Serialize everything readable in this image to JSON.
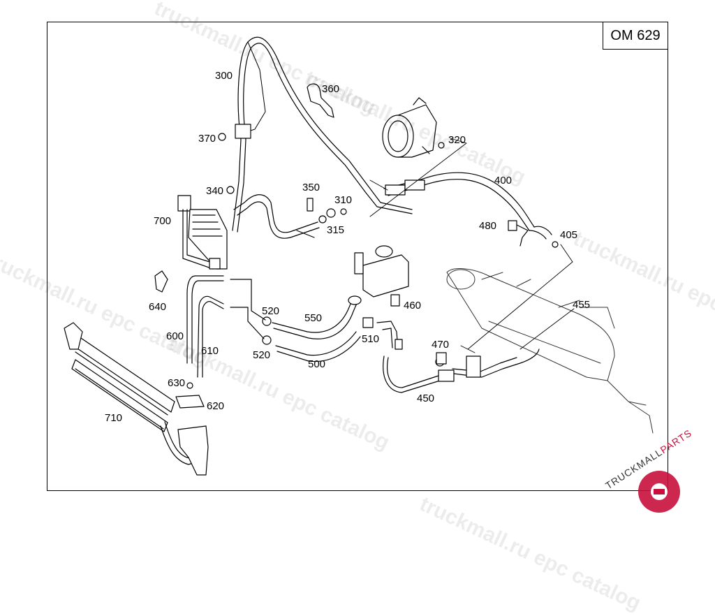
{
  "model": "OM 629",
  "watermark": "truckmall.ru epc catalog",
  "logo": {
    "text_main": "TRUCKMALL",
    "text_accent": "PARTS",
    "accent_color": "#c8103c"
  },
  "callouts": {
    "c300": "300",
    "c360": "360",
    "c370": "370",
    "c320": "320",
    "c400": "400",
    "c340": "340",
    "c350": "350",
    "c310": "310",
    "c315": "315",
    "c700": "700",
    "c480": "480",
    "c405": "405",
    "c640": "640",
    "c455": "455",
    "c520a": "520",
    "c550": "550",
    "c460": "460",
    "c600": "600",
    "c610": "610",
    "c510": "510",
    "c470": "470",
    "c520b": "520",
    "c500": "500",
    "c630": "630",
    "c620": "620",
    "c450": "450",
    "c710": "710"
  }
}
